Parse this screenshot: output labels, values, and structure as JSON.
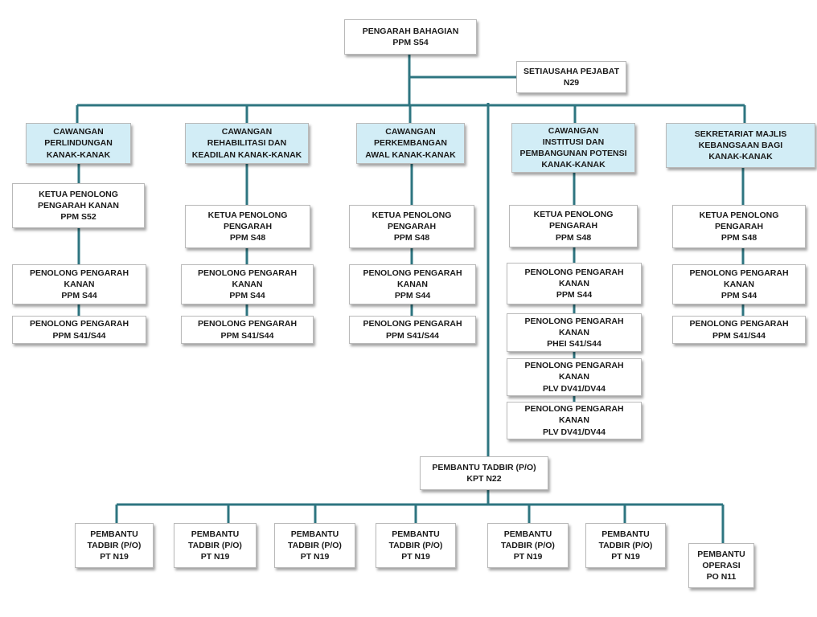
{
  "nodes": {
    "head": [
      "PENGARAH BAHAGIAN",
      "PPM S54"
    ],
    "secretary": [
      "SETIAUSAHA PEJABAT",
      "N29"
    ],
    "branch1": [
      "CAWANGAN",
      "PERLINDUNGAN",
      "KANAK-KANAK"
    ],
    "branch2": [
      "CAWANGAN",
      "REHABILITASI DAN",
      "KEADILAN KANAK-KANAK"
    ],
    "branch3": [
      "CAWANGAN",
      "PERKEMBANGAN",
      "AWAL KANAK-KANAK"
    ],
    "branch4": [
      "CAWANGAN",
      "INSTITUSI DAN",
      "PEMBANGUNAN POTENSI",
      "KANAK-KANAK"
    ],
    "branch5": [
      "SEKRETARIAT MAJLIS",
      "KEBANGSAAN BAGI",
      "KANAK-KANAK"
    ],
    "b1_ketua": [
      "KETUA PENOLONG",
      "PENGARAH KANAN",
      "PPM S52"
    ],
    "b1_pp1": [
      "PENOLONG PENGARAH",
      "KANAN",
      "PPM S44"
    ],
    "b1_pp2": [
      "PENOLONG PENGARAH",
      "PPM S41/S44"
    ],
    "b2_ketua": [
      "KETUA PENOLONG",
      "PENGARAH",
      "PPM S48"
    ],
    "b2_pp1": [
      "PENOLONG PENGARAH",
      "KANAN",
      "PPM S44"
    ],
    "b2_pp2": [
      "PENOLONG PENGARAH",
      "PPM S41/S44"
    ],
    "b3_ketua": [
      "KETUA PENOLONG",
      "PENGARAH",
      "PPM S48"
    ],
    "b3_pp1": [
      "PENOLONG PENGARAH",
      "KANAN",
      "PPM S44"
    ],
    "b3_pp2": [
      "PENOLONG PENGARAH",
      "PPM S41/S44"
    ],
    "b4_ketua": [
      "KETUA PENOLONG",
      "PENGARAH",
      "PPM S48"
    ],
    "b4_pp1": [
      "PENOLONG PENGARAH",
      "KANAN",
      "PPM S44"
    ],
    "b4_pp2": [
      "PENOLONG PENGARAH",
      "KANAN",
      "PHEI S41/S44"
    ],
    "b4_pp3": [
      "PENOLONG PENGARAH",
      "KANAN",
      "PLV DV41/DV44"
    ],
    "b4_pp4": [
      "PENOLONG PENGARAH",
      "KANAN",
      "PLV DV41/DV44"
    ],
    "b5_ketua": [
      "KETUA PENOLONG",
      "PENGARAH",
      "PPM S48"
    ],
    "b5_pp1": [
      "PENOLONG PENGARAH",
      "KANAN",
      "PPM S44"
    ],
    "b5_pp2": [
      "PENOLONG PENGARAH",
      "PPM S41/S44"
    ],
    "admin_head": [
      "PEMBANTU TADBIR (P/O)",
      "KPT N22"
    ],
    "admin1": [
      "PEMBANTU",
      "TADBIR (P/O)",
      "PT N19"
    ],
    "admin2": [
      "PEMBANTU",
      "TADBIR (P/O)",
      "PT N19"
    ],
    "admin3": [
      "PEMBANTU",
      "TADBIR (P/O)",
      "PT N19"
    ],
    "admin4": [
      "PEMBANTU",
      "TADBIR (P/O)",
      "PT N19"
    ],
    "admin5": [
      "PEMBANTU",
      "TADBIR (P/O)",
      "PT N19"
    ],
    "admin6": [
      "PEMBANTU",
      "TADBIR (P/O)",
      "PT N19"
    ],
    "ops": [
      "PEMBANTU",
      "OPERASI",
      "PO N11"
    ]
  },
  "colors": {
    "connector": "#2e7580",
    "branch_fill": "#d2edf6",
    "node_fill": "#ffffff"
  }
}
